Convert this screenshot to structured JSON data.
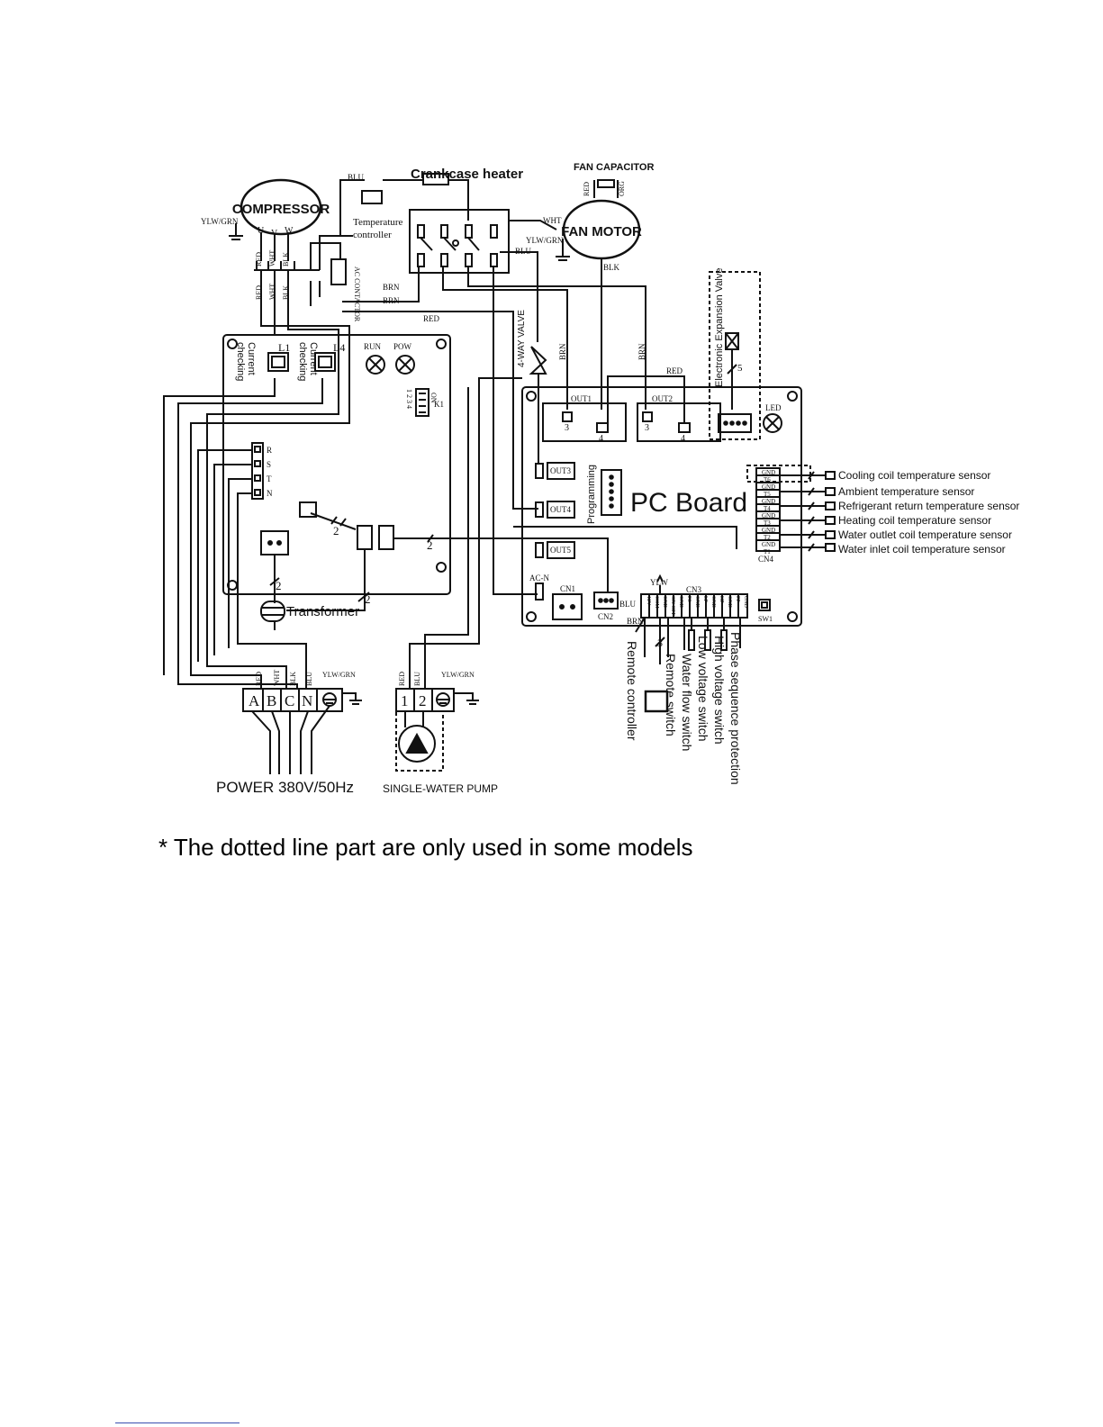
{
  "diagram": {
    "components": {
      "compressor": "COMPRESSOR",
      "compressor_terminals": [
        "U",
        "V",
        "W"
      ],
      "crankcase_heater": "Crankcase heater",
      "temperature_controller": [
        "Temperature",
        "controller"
      ],
      "ac_contactor": "AC CONTACTOR",
      "fan_capacitor": "FAN CAPACITOR",
      "fan_motor": "FAN MOTOR",
      "electronic_expansion_valve": "Electronic Expansion Valve",
      "four_way_valve": "4-WAY VALVE",
      "pc_board": "PC  Board",
      "programming": "Programming",
      "transformer": "Transformer",
      "current_checking_l1": [
        "Current",
        "checking"
      ],
      "current_checking_l4": [
        "Current",
        "checking"
      ],
      "l1": "L1",
      "l4": "L4",
      "run": "RUN",
      "pow": "POW",
      "dip_switch": "K1",
      "dip_on": "ON",
      "dip_numbers": "1 2 3 4",
      "led": "LED",
      "sw1": "SW1"
    },
    "board_terminals": [
      "R",
      "S",
      "T",
      "N"
    ],
    "outputs": [
      "OUT1",
      "OUT2",
      "OUT3",
      "OUT4",
      "OUT5"
    ],
    "out_pins": [
      "3",
      "4"
    ],
    "connectors": {
      "cn1": "CN1",
      "cn2": "CN2",
      "cn3": "CN3",
      "cn4": "CN4",
      "ac_n": "AC-N"
    },
    "cn3_pins": [
      "12V",
      "COM",
      "GND",
      "ON-OFF",
      "GND",
      "FS",
      "GND",
      "LP",
      "GND",
      "HP",
      "GND",
      "PP",
      "GND"
    ],
    "cn4_pins": [
      "GND",
      "T6",
      "GND",
      "T5",
      "GND",
      "T4",
      "GND",
      "T3",
      "GND",
      "T2",
      "GND",
      "T1"
    ],
    "sensors": [
      "Cooling coil temperature sensor",
      "Ambient temperature sensor",
      "Refrigerant return temperature sensor",
      "Heating coil temperature sensor",
      "Water outlet coil temperature sensor",
      "Water inlet coil temperature sensor"
    ],
    "switch_labels": [
      "Remote controller",
      "Remote switch",
      "Water flow switch",
      "Low voltage switch",
      "High voltage switch",
      "Phase sequence protection"
    ],
    "wires": {
      "red": "RED",
      "wht": "WHT",
      "blk": "BLK",
      "blu": "BLU",
      "brn": "BRN",
      "ylw_grn": "YLW/GRN",
      "ylw": "YLW",
      "org": "ORG"
    },
    "wire_counts": {
      "two": "2",
      "three": "3",
      "five": "5"
    },
    "power_terminals": [
      "A",
      "B",
      "C",
      "N"
    ],
    "pump_terminals": [
      "1",
      "2"
    ],
    "power_label": "POWER 380V/50Hz",
    "pump_label": "SINGLE-WATER PUMP"
  },
  "footnote": "* The dotted line part are only used in some models"
}
